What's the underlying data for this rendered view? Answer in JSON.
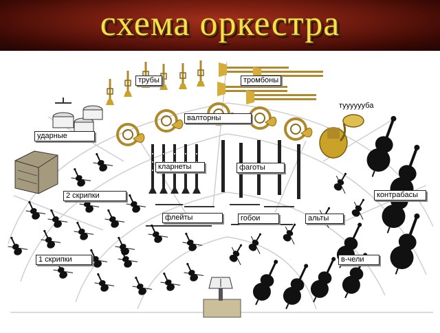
{
  "title": "схема оркестра",
  "sections": [
    {
      "id": "trumpets",
      "label": "трубы"
    },
    {
      "id": "trombones",
      "label": "тромбоны"
    },
    {
      "id": "tuba",
      "label": "тууууууба"
    },
    {
      "id": "horns",
      "label": "валторны"
    },
    {
      "id": "percussion",
      "label": "ударные"
    },
    {
      "id": "clarinets",
      "label": "кларнеты"
    },
    {
      "id": "bassoons",
      "label": "фаготы"
    },
    {
      "id": "second-violins",
      "label": "2 скрипки"
    },
    {
      "id": "flutes",
      "label": "флейты"
    },
    {
      "id": "oboes",
      "label": "гобои"
    },
    {
      "id": "violas",
      "label": "альты"
    },
    {
      "id": "double-basses",
      "label": "контрабасы"
    },
    {
      "id": "first-violins",
      "label": "1 скрипки"
    },
    {
      "id": "cellos",
      "label": "в-чели"
    }
  ],
  "colors": {
    "banner": "#6e1a0e",
    "title": "#f3e04a",
    "brass": "#c9a227",
    "strings": "#111111",
    "lines": "#cfcfcf"
  }
}
